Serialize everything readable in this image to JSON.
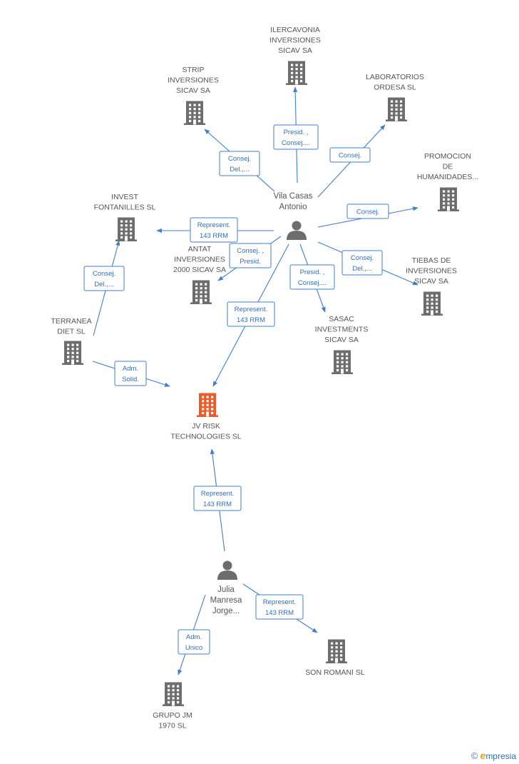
{
  "colors": {
    "building": "#6d6d6d",
    "building_focus": "#f05a28",
    "person": "#6d6d6d",
    "edge": "#3f7fcf"
  },
  "nodes": [
    {
      "id": "ilercavonia",
      "type": "company",
      "lines": [
        "ILERCAVONIA",
        "INVERSIONES",
        "SICAV SA"
      ]
    },
    {
      "id": "strip",
      "type": "company",
      "lines": [
        "STRIP",
        "INVERSIONES",
        "SICAV SA"
      ]
    },
    {
      "id": "laboratorios",
      "type": "company",
      "lines": [
        "LABORATORIOS",
        "ORDESA SL"
      ]
    },
    {
      "id": "promocion",
      "type": "company",
      "lines": [
        "PROMOCION",
        "DE",
        "HUMANIDADES..."
      ]
    },
    {
      "id": "invest",
      "type": "company",
      "lines": [
        "INVEST",
        "FONTANILLES SL"
      ]
    },
    {
      "id": "antat",
      "type": "company",
      "lines": [
        "ANTAT",
        "INVERSIONES",
        "2000 SICAV SA"
      ]
    },
    {
      "id": "tiebas",
      "type": "company",
      "lines": [
        "TIEBAS DE",
        "INVERSIONES",
        "SICAV SA"
      ]
    },
    {
      "id": "sasac",
      "type": "company",
      "lines": [
        "SASAC",
        "INVESTMENTS",
        "SICAV SA"
      ]
    },
    {
      "id": "terranea",
      "type": "company",
      "lines": [
        "TERRANEA",
        "DIET SL"
      ]
    },
    {
      "id": "jvrisk",
      "type": "company",
      "focus": true,
      "lines": [
        "JV RISK",
        "TECHNOLOGIES SL"
      ]
    },
    {
      "id": "sonromani",
      "type": "company",
      "lines": [
        "SON ROMANI SL"
      ]
    },
    {
      "id": "grupojm",
      "type": "company",
      "lines": [
        "GRUPO JM",
        "1970  SL"
      ]
    },
    {
      "id": "vila",
      "type": "person",
      "lines": [
        "Vila Casas",
        "Antonio"
      ]
    },
    {
      "id": "julia",
      "type": "person",
      "lines": [
        "Julia",
        "Manresa",
        "Jorge..."
      ]
    }
  ],
  "edges": [
    {
      "from": "vila",
      "to": "ilercavonia",
      "lines": [
        "Presid. ,",
        "Consej...."
      ]
    },
    {
      "from": "vila",
      "to": "strip",
      "lines": [
        "Consej.",
        "Del.,..."
      ]
    },
    {
      "from": "vila",
      "to": "laboratorios",
      "lines": [
        "Consej."
      ]
    },
    {
      "from": "vila",
      "to": "promocion",
      "lines": [
        "Consej."
      ]
    },
    {
      "from": "vila",
      "to": "invest",
      "lines": [
        "Represent.",
        "143 RRM"
      ]
    },
    {
      "from": "vila",
      "to": "antat",
      "lines": [
        "Consej. ,",
        "Presid."
      ]
    },
    {
      "from": "vila",
      "to": "tiebas",
      "lines": [
        "Consej.",
        "Del.,..."
      ]
    },
    {
      "from": "vila",
      "to": "sasac",
      "lines": [
        "Presid. ,",
        "Consej...."
      ]
    },
    {
      "from": "vila",
      "to": "jvrisk",
      "lines": [
        "Represent.",
        "143 RRM"
      ]
    },
    {
      "from": "terranea",
      "to": "invest",
      "lines": [
        "Consej.",
        "Del.,..."
      ]
    },
    {
      "from": "terranea",
      "to": "jvrisk",
      "lines": [
        "Adm.",
        "Solid."
      ]
    },
    {
      "from": "julia",
      "to": "jvrisk",
      "lines": [
        "Represent.",
        "143 RRM"
      ]
    },
    {
      "from": "julia",
      "to": "sonromani",
      "lines": [
        "Represent.",
        "143 RRM"
      ]
    },
    {
      "from": "julia",
      "to": "grupojm",
      "lines": [
        "Adm.",
        "Unico"
      ]
    }
  ],
  "footer": {
    "copyright": "©",
    "brand_initial": "e",
    "brand_rest": "mpresia"
  }
}
